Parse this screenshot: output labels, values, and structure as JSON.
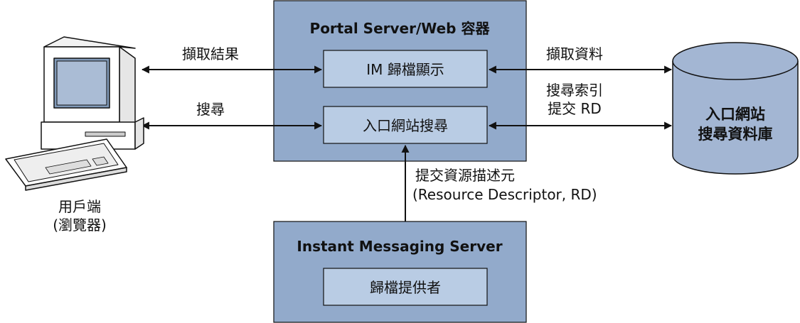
{
  "colors": {
    "container_fill": "#92aacb",
    "inner_fill": "#b9cce4",
    "stroke": "#111111",
    "cylinder_fill": "#a3b6d3",
    "computer_fill": "#ffffff"
  },
  "client": {
    "icon": "desktop-computer-icon",
    "label_line1": "用戶端",
    "label_line2": "(瀏覽器)"
  },
  "portal": {
    "title": "Portal Server/Web 容器",
    "im_archive_display": "IM 歸檔顯示",
    "portal_search": "入口網站搜尋"
  },
  "im_server": {
    "title": "Instant Messaging Server",
    "archive_provider": "歸檔提供者"
  },
  "database": {
    "icon": "database-cylinder-icon",
    "label_line1": "入口網站",
    "label_line2": "搜尋資料庫"
  },
  "arrows": {
    "fetch_results": "擷取結果",
    "search": "搜尋",
    "fetch_data": "擷取資料",
    "search_index": "搜尋索引",
    "submit_rd": "提交 RD",
    "submit_rd_desc_line1": "提交資源描述元",
    "submit_rd_desc_line2": "(Resource Descriptor, RD)"
  }
}
